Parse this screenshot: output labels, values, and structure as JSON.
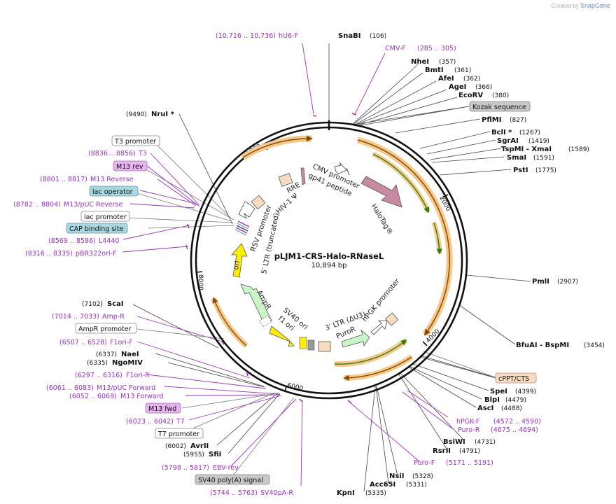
{
  "credit": {
    "prefix": "Created by",
    "brand": "SnapGene"
  },
  "plasmid": {
    "name": "pLJM1-CRS-Halo-RNaseL",
    "size": "10,894 bp",
    "length": 10894
  },
  "ticks": [
    "2000",
    "4000",
    "6000",
    "8000",
    "10,000"
  ],
  "enzymes": [
    {
      "name": "SnaBI",
      "pos": "(106)"
    },
    {
      "name": "NheI",
      "pos": "(357)"
    },
    {
      "name": "BmtI",
      "pos": "(361)"
    },
    {
      "name": "AfeI",
      "pos": "(362)"
    },
    {
      "name": "AgeI",
      "pos": "(366)"
    },
    {
      "name": "EcoRV",
      "pos": "(380)"
    },
    {
      "name": "PflMI",
      "pos": "(827)"
    },
    {
      "name": "BclI *",
      "pos": "(1267)"
    },
    {
      "name": "SgrAI",
      "pos": "(1419)"
    },
    {
      "name": "TspMI  - XmaI",
      "pos": "(1589)"
    },
    {
      "name": "SmaI",
      "pos": "(1591)"
    },
    {
      "name": "PstI",
      "pos": "(1775)"
    },
    {
      "name": "PmlI",
      "pos": "(2907)"
    },
    {
      "name": "BfuAI  - BspMI",
      "pos": "(3454)"
    },
    {
      "name": "SpeI",
      "pos": "(4399)"
    },
    {
      "name": "BlpI",
      "pos": "(4479)"
    },
    {
      "name": "AscI",
      "pos": "(4488)"
    },
    {
      "name": "BsiWI",
      "pos": "(4731)"
    },
    {
      "name": "RsrII",
      "pos": "(4791)"
    },
    {
      "name": "NsiI",
      "pos": "(5328)"
    },
    {
      "name": "Acc65I",
      "pos": "(5331)"
    },
    {
      "name": "KpnI",
      "pos": "(5335)"
    },
    {
      "name": "SfiI",
      "pos": "(5955)"
    },
    {
      "name": "AvrII",
      "pos": "(6002)"
    },
    {
      "name": "NgoMIV",
      "pos": "(6335)"
    },
    {
      "name": "NaeI",
      "pos": "(6337)"
    },
    {
      "name": "ScaI",
      "pos": "(7102)"
    },
    {
      "name": "NruI *",
      "pos": "(9490)"
    }
  ],
  "primers": [
    {
      "name": "hU6-F",
      "range": "(10,716 .. 10,736)"
    },
    {
      "name": "CMV-F",
      "range": "(285 .. 305)"
    },
    {
      "name": "hPGK-F",
      "range": "(4572 .. 4590)"
    },
    {
      "name": "Puro-R",
      "range": "(4675 .. 4694)"
    },
    {
      "name": "Puro-F",
      "range": "(5171 .. 5191)"
    },
    {
      "name": "SV40pA-R",
      "range": "(5744 .. 5763)"
    },
    {
      "name": "EBV-rev",
      "range": "(5798 .. 5817)"
    },
    {
      "name": "T7",
      "range": "(6023 .. 6042)"
    },
    {
      "name": "M13 Forward",
      "range": "(6052 .. 6069)"
    },
    {
      "name": "M13/pUC Forward",
      "range": "(6061 .. 6083)"
    },
    {
      "name": "F1ori-R",
      "range": "(6297 .. 6316)"
    },
    {
      "name": "F1ori-F",
      "range": "(6507 .. 6528)"
    },
    {
      "name": "Amp-R",
      "range": "(7014 .. 7033)"
    },
    {
      "name": "pBR322ori-F",
      "range": "(8316 .. 8335)"
    },
    {
      "name": "L4440",
      "range": "(8569 .. 8586)"
    },
    {
      "name": "M13/pUC Reverse",
      "range": "(8782 .. 8804)"
    },
    {
      "name": "M13 Reverse",
      "range": "(8801 .. 8817)"
    },
    {
      "name": "T3",
      "range": "(8836 .. 8856)"
    }
  ],
  "feature_boxes": [
    {
      "name": "Kozak sequence",
      "fill": "#c8c8c8"
    },
    {
      "name": "cPPT/CTS",
      "fill": "#f8dcc0"
    },
    {
      "name": "SV40 poly(A) signal",
      "fill": "#c8c8c8"
    },
    {
      "name": "T7 promoter",
      "fill": "#ffffff"
    },
    {
      "name": "M13 fwd",
      "fill": "#e8b4f0"
    },
    {
      "name": "AmpR promoter",
      "fill": "#ffffff"
    },
    {
      "name": "CAP binding site",
      "fill": "#a8d8e0"
    },
    {
      "name": "lac promoter",
      "fill": "#ffffff"
    },
    {
      "name": "lac operator",
      "fill": "#a8d8e0"
    },
    {
      "name": "M13 rev",
      "fill": "#e8b4f0"
    },
    {
      "name": "T3 promoter",
      "fill": "#ffffff"
    }
  ],
  "inner_labels": {
    "cmv": "CMV promoter",
    "gp41": "gp41 peptide",
    "rre": "RRE",
    "hiv": "HIV-1 Ψ",
    "rsv": "RSV promoter",
    "ltr5": "5′ LTR (truncated)",
    "halo": "HaloTag®",
    "ampr": "AmpR",
    "ori": "ori",
    "sv40ori": "SV40 ori",
    "f1ori": "f1 ori",
    "ltr3": "3′ LTR (ΔU3)",
    "puror": "PuroR",
    "hpgk": "hPGK promoter"
  },
  "colors": {
    "orf": "#f5c98a",
    "orf_arrow_fwd": "#2e7d0a",
    "orf_arrow_rev": "#8a4a00",
    "halotag": "#c78aa0",
    "ampr": "#c8f5c8",
    "ori": "#ffee00",
    "puror": "#c8f5c8",
    "primer": "#9b30c8",
    "ltr": "#f8dcc0"
  }
}
